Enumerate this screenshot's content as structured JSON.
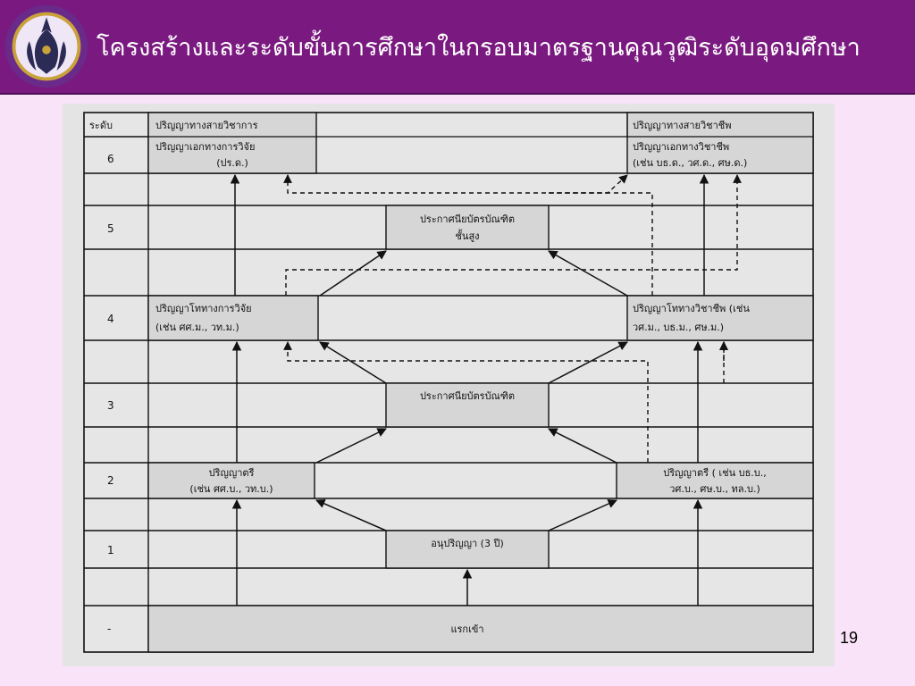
{
  "slide": {
    "title": "โครงสร้างและระดับขั้นการศึกษาในกรอบมาตรฐานคุณวุฒิระดับอุดมศึกษา",
    "page_number": "19",
    "colors": {
      "header_bg": "#7a1a80",
      "slide_bg": "#f9e3f8",
      "scan_bg": "#e4e4e4"
    }
  },
  "logo": {
    "icon": "university-seal-icon",
    "colors": {
      "ring": "#6a2a8a",
      "inner": "#efe6f6",
      "emblem": "#2b2b55",
      "accent": "#c9a23a"
    }
  },
  "diagram": {
    "level_header": "ระดับ",
    "levels": [
      "6",
      "5",
      "4",
      "3",
      "2",
      "1",
      "-"
    ],
    "academic_track_header": "ปริญญาทางสายวิชาการ",
    "professional_track_header": "ปริญญาทางสายวิชาชีพ",
    "boxes": {
      "doctor_academic": {
        "lines": [
          "ปริญญาเอกทางการวิจัย",
          "(ปร.ด.)"
        ]
      },
      "doctor_professional": {
        "lines": [
          "ปริญญาเอกทางวิชาชีพ",
          "(เช่น บธ.ด., วศ.ด., ศษ.ด.)"
        ]
      },
      "higher_grad_diploma": {
        "lines": [
          "ประกาศนียบัตรบัณฑิต",
          "ชั้นสูง"
        ]
      },
      "master_academic": {
        "lines": [
          "ปริญญาโททางการวิจัย",
          "(เช่น ศศ.ม., วท.ม.)"
        ]
      },
      "master_professional": {
        "lines": [
          "ปริญญาโททางวิชาชีพ (เช่น",
          "วศ.ม., บธ.ม., ศษ.ม.)"
        ]
      },
      "grad_diploma": {
        "lines": [
          "ประกาศนียบัตรบัณฑิต"
        ]
      },
      "bachelor_academic": {
        "lines": [
          "ปริญญาตรี",
          "(เช่น ศศ.บ., วท.บ.)"
        ]
      },
      "bachelor_professional": {
        "lines": [
          "ปริญญาตรี ( เช่น บธ.บ.,",
          "วศ.บ., ศษ.บ., ทล.บ.)"
        ]
      },
      "associate": {
        "lines": [
          "อนุปริญญา (3 ปี)"
        ]
      },
      "entry": {
        "lines": [
          "แรกเข้า"
        ]
      }
    }
  }
}
